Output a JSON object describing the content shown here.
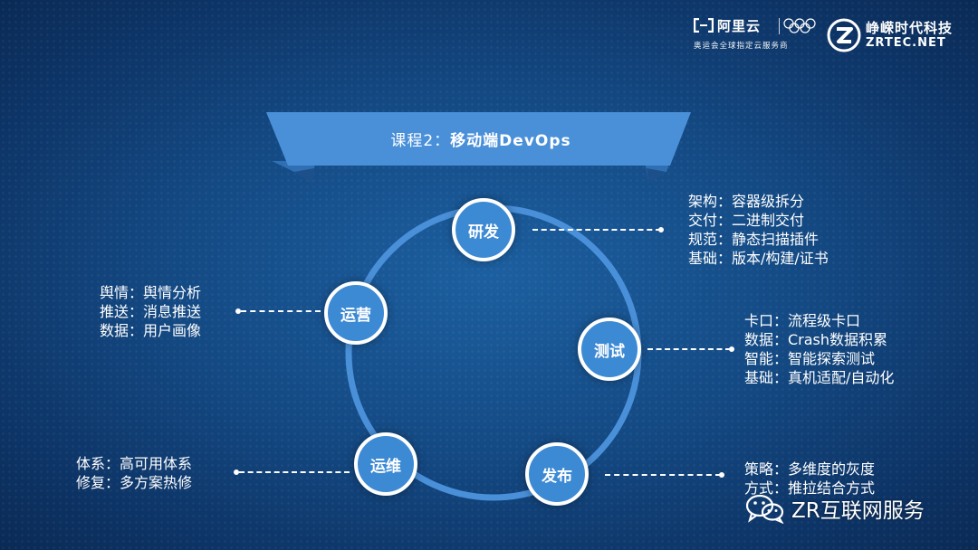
{
  "brand": {
    "aliyun_name": "阿里云",
    "aliyun_subtitle": "奥运会全球指定云服务商",
    "zrtec_cn": "峥嵘时代科技",
    "zrtec_en": "ZRTEC.NET"
  },
  "banner": {
    "prefix": "课程2：",
    "title": "移动端DevOps"
  },
  "nodes": {
    "dev": "研发",
    "test": "测试",
    "release": "发布",
    "maintain": "运维",
    "ops": "运营"
  },
  "info": {
    "dev": [
      "架构：容器级拆分",
      "交付：二进制交付",
      "规范：静态扫描插件",
      "基础：版本/构建/证书"
    ],
    "test": [
      "卡口：流程级卡口",
      "数据：Crash数据积累",
      "智能：智能探索测试",
      "基础：真机适配/自动化"
    ],
    "release": [
      "策略：多维度的灰度",
      "方式：推拉结合方式"
    ],
    "maintain": [
      "体系：高可用体系",
      "修复：多方案热修"
    ],
    "ops": [
      "舆情：舆情分析",
      "推送：消息推送",
      "数据：用户画像"
    ]
  },
  "watermark": "ZR互联网服务",
  "colors": {
    "background": "#144a84",
    "banner": "#4a90d9",
    "node_fill": "#3d8ad4",
    "ring": "#4a90d9"
  }
}
